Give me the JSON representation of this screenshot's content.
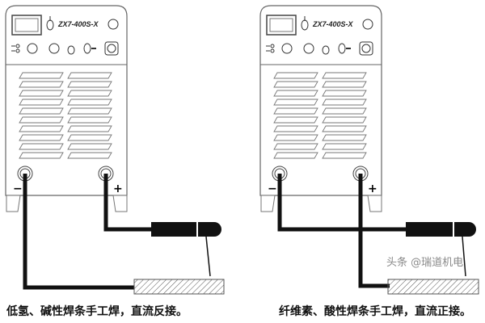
{
  "diagrams": [
    {
      "model_label": "ZX7-400S-X",
      "polarity_left": "−",
      "polarity_right": "+",
      "electrode_terminal": "+",
      "workpiece_terminal": "−",
      "caption": "低氢、碱性焊条手工焊，直流反接。"
    },
    {
      "model_label": "ZX7-400S-X",
      "polarity_left": "−",
      "polarity_right": "+",
      "electrode_terminal": "−",
      "workpiece_terminal": "+",
      "caption": "纤维素、酸性焊条手工焊，直流正接。"
    }
  ],
  "watermark": "头条 @瑞道机电"
}
